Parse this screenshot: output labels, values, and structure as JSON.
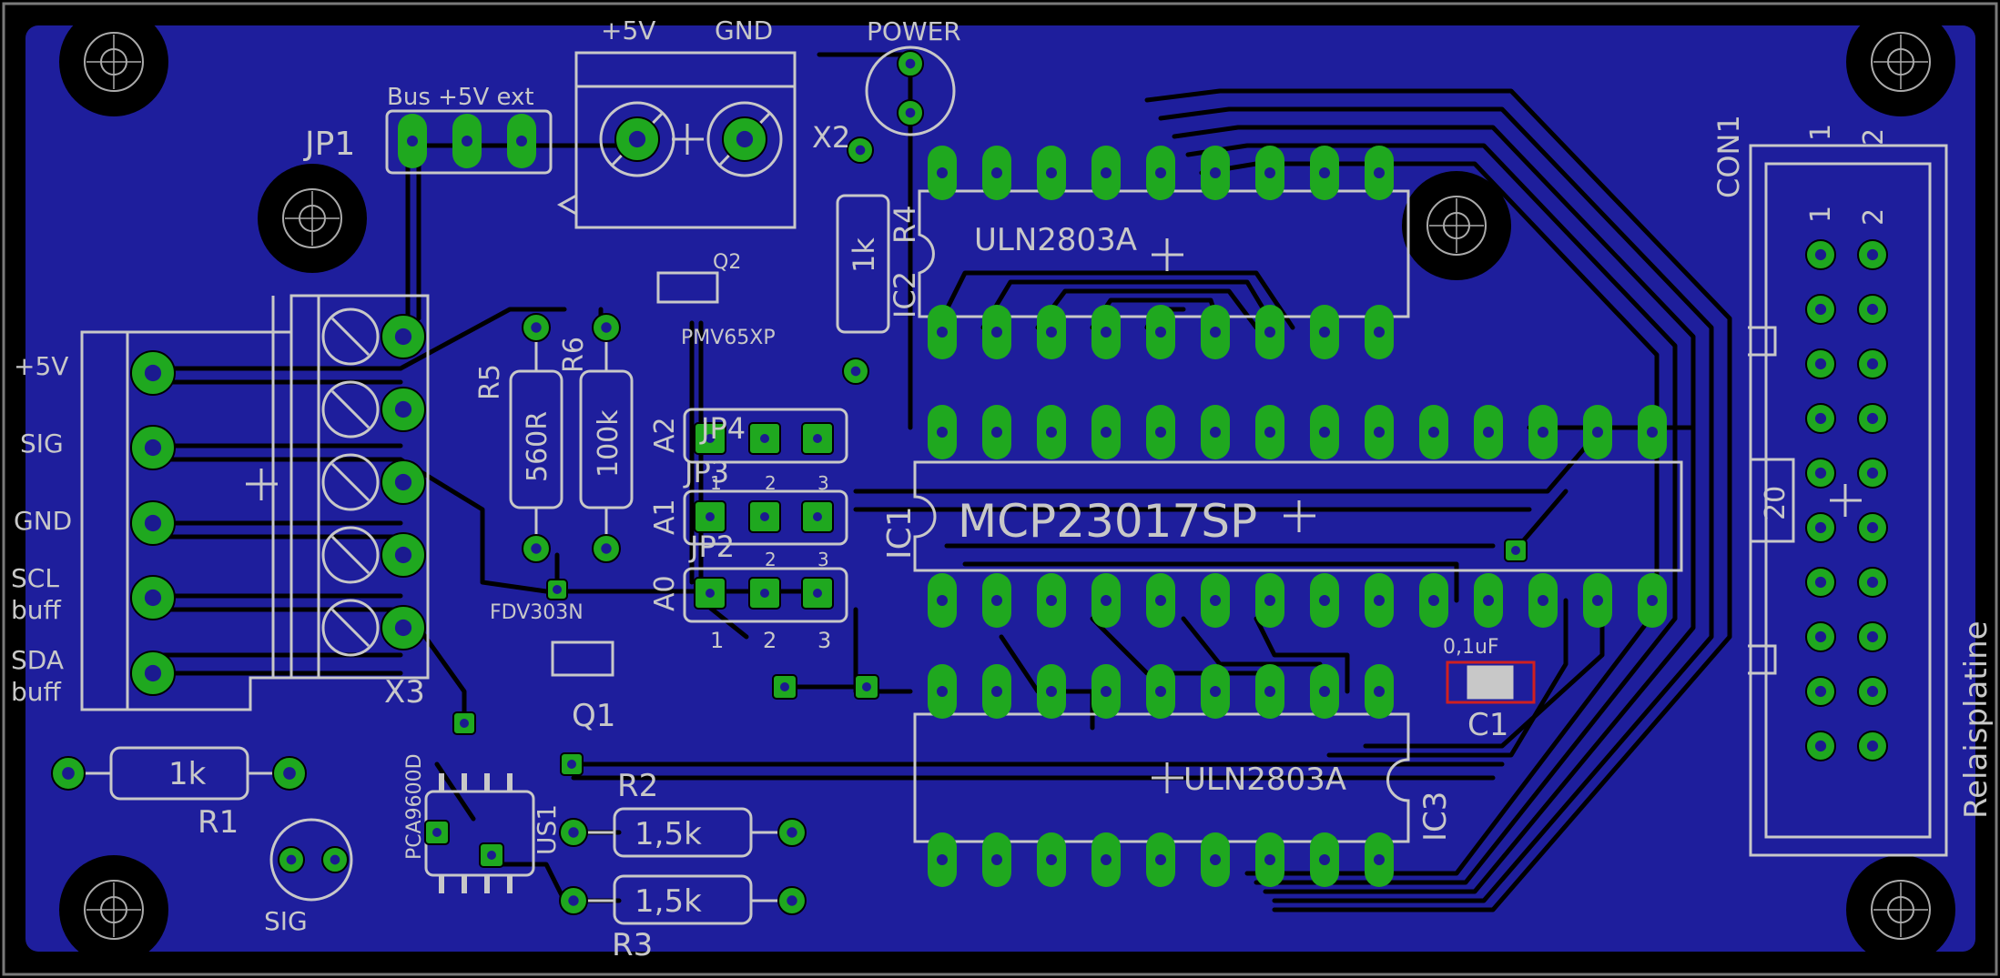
{
  "colors": {
    "background": "#000000",
    "board_fill": "#1e1e9c",
    "copper_trace": "#000000",
    "pad": "#1fa81f",
    "drill": "#1b1b8f",
    "silkscreen": "#c8c8c8",
    "outline": "#7a7a7a",
    "smd_red": "#d02020"
  },
  "labels": {
    "power_plus5v": "+5V",
    "power_gnd": "GND",
    "power_led": "POWER",
    "jp1_caption": "Bus +5V ext",
    "jp1_name": "JP1",
    "x2_name": "X2",
    "r4_name": "R4",
    "r4_value": "1k",
    "ic2_name": "IC2",
    "ic2_part": "ULN2803A",
    "con1_name": "CON1",
    "con1_pin1": "1",
    "con1_pin2": "2",
    "con1_pin20": "20",
    "relay_board": "Relaisplatine",
    "q2_name": "Q2",
    "q2_part": "PMV65XP",
    "r5_name": "R5",
    "r5_value": "560R",
    "r6_name": "R6",
    "r6_value": "100k",
    "jp4_name": "JP4",
    "jp3_name": "JP3",
    "jp2_name": "JP2",
    "a2_label": "A2",
    "a1_label": "A1",
    "a0_label": "A0",
    "pin_1": "1",
    "pin_2": "2",
    "pin_3": "3",
    "ic1_name": "IC1",
    "ic1_part": "MCP23017SP",
    "q1_part": "FDV303N",
    "q1_name": "Q1",
    "c1_value": "0,1uF",
    "c1_name": "C1",
    "x3_sig_plus5v": "+5V",
    "x3_sig_sig": "SIG",
    "x3_sig_gnd": "GND",
    "x3_sig_scl": "SCL",
    "x3_sig_scl2": "buff",
    "x3_sig_sda": "SDA",
    "x3_sig_sda2": "buff",
    "x3_name": "X3",
    "r1_name": "R1",
    "r1_value": "1k",
    "led_sig": "SIG",
    "us1_name": "US1",
    "us1_part": "PCA9600D",
    "r2_name": "R2",
    "r2_value": "1,5k",
    "r3_name": "R3",
    "r3_value": "1,5k",
    "ic3_name": "IC3",
    "ic3_part": "ULN2803A"
  }
}
